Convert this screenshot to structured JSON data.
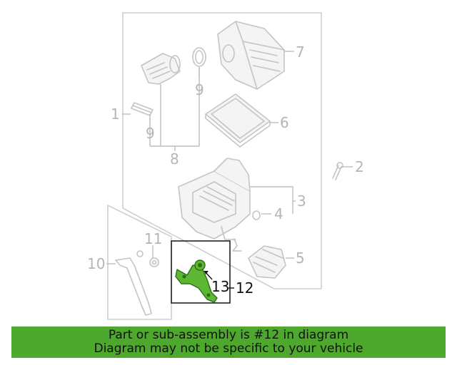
{
  "callouts": {
    "c1": "1",
    "c2": "2",
    "c3": "3",
    "c4": "4",
    "c5": "5",
    "c6": "6",
    "c7": "7",
    "c8": "8",
    "c9a": "9",
    "c9b": "9",
    "c10": "10",
    "c11": "11",
    "c12": "12",
    "c13": "13"
  },
  "colors": {
    "highlight": "#5cb832",
    "banner": "#4fa82e",
    "muted": "#b5b5b5"
  },
  "banner": {
    "line1": "Part or sub-assembly is #12 in diagram",
    "line2": "Diagram may not be specific to your vehicle"
  }
}
